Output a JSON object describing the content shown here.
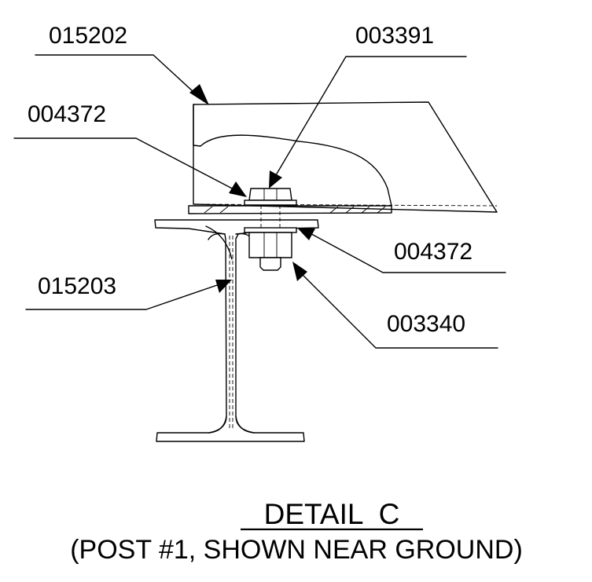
{
  "callouts": {
    "part_015202": "015202",
    "part_003391": "003391",
    "part_004372_top": "004372",
    "part_004372_bottom": "004372",
    "part_015203": "015203",
    "part_003340": "003340"
  },
  "title": {
    "heading": "DETAIL  C",
    "subheading": "(POST #1, SHOWN NEAR GROUND)"
  }
}
